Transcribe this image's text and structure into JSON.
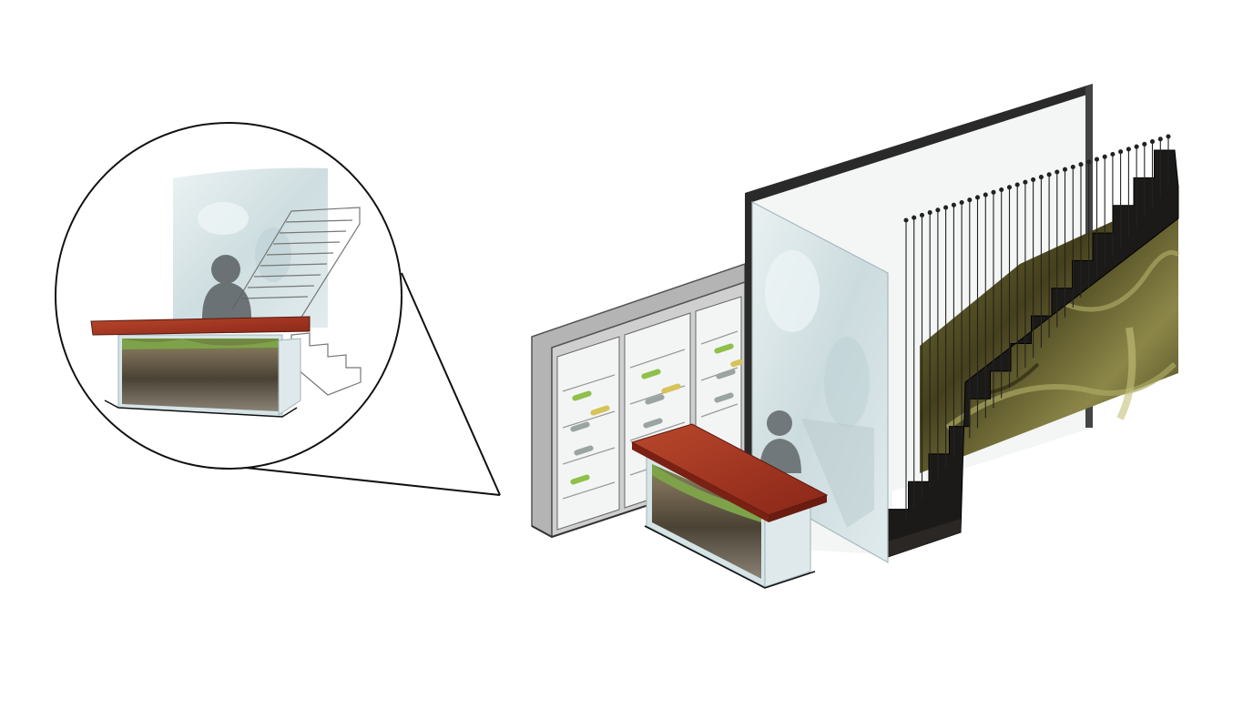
{
  "illustration": {
    "scene": "wine-shop-interior-axonometric",
    "colors": {
      "background": "#ffffff",
      "outline": "#111111",
      "counter_top": "#9a2e1e",
      "counter_top_light": "#b9482c",
      "glass": "#d7e5e8",
      "glass_edge": "#9fb4b8",
      "soil_dark": "#4a4234",
      "soil_mid": "#7c6e57",
      "grass": "#6f8f3a",
      "stair_dark": "#1c1a18",
      "moss_image": "#5a5524",
      "moss_light": "#9c9a56",
      "cabinet_frame": "#9d9d9d",
      "cabinet_dark": "#5e5e5e",
      "wall_white": "#f4f5f5",
      "bottle_green": "#8fc04a",
      "bottle_yellow": "#d8c25a",
      "silhouette": "#5a5f62"
    },
    "components": [
      "detail-magnifier-circle",
      "glass-partition",
      "soil-display-counter",
      "wine-cabinet",
      "floating-staircase",
      "moss-image-wall"
    ]
  }
}
